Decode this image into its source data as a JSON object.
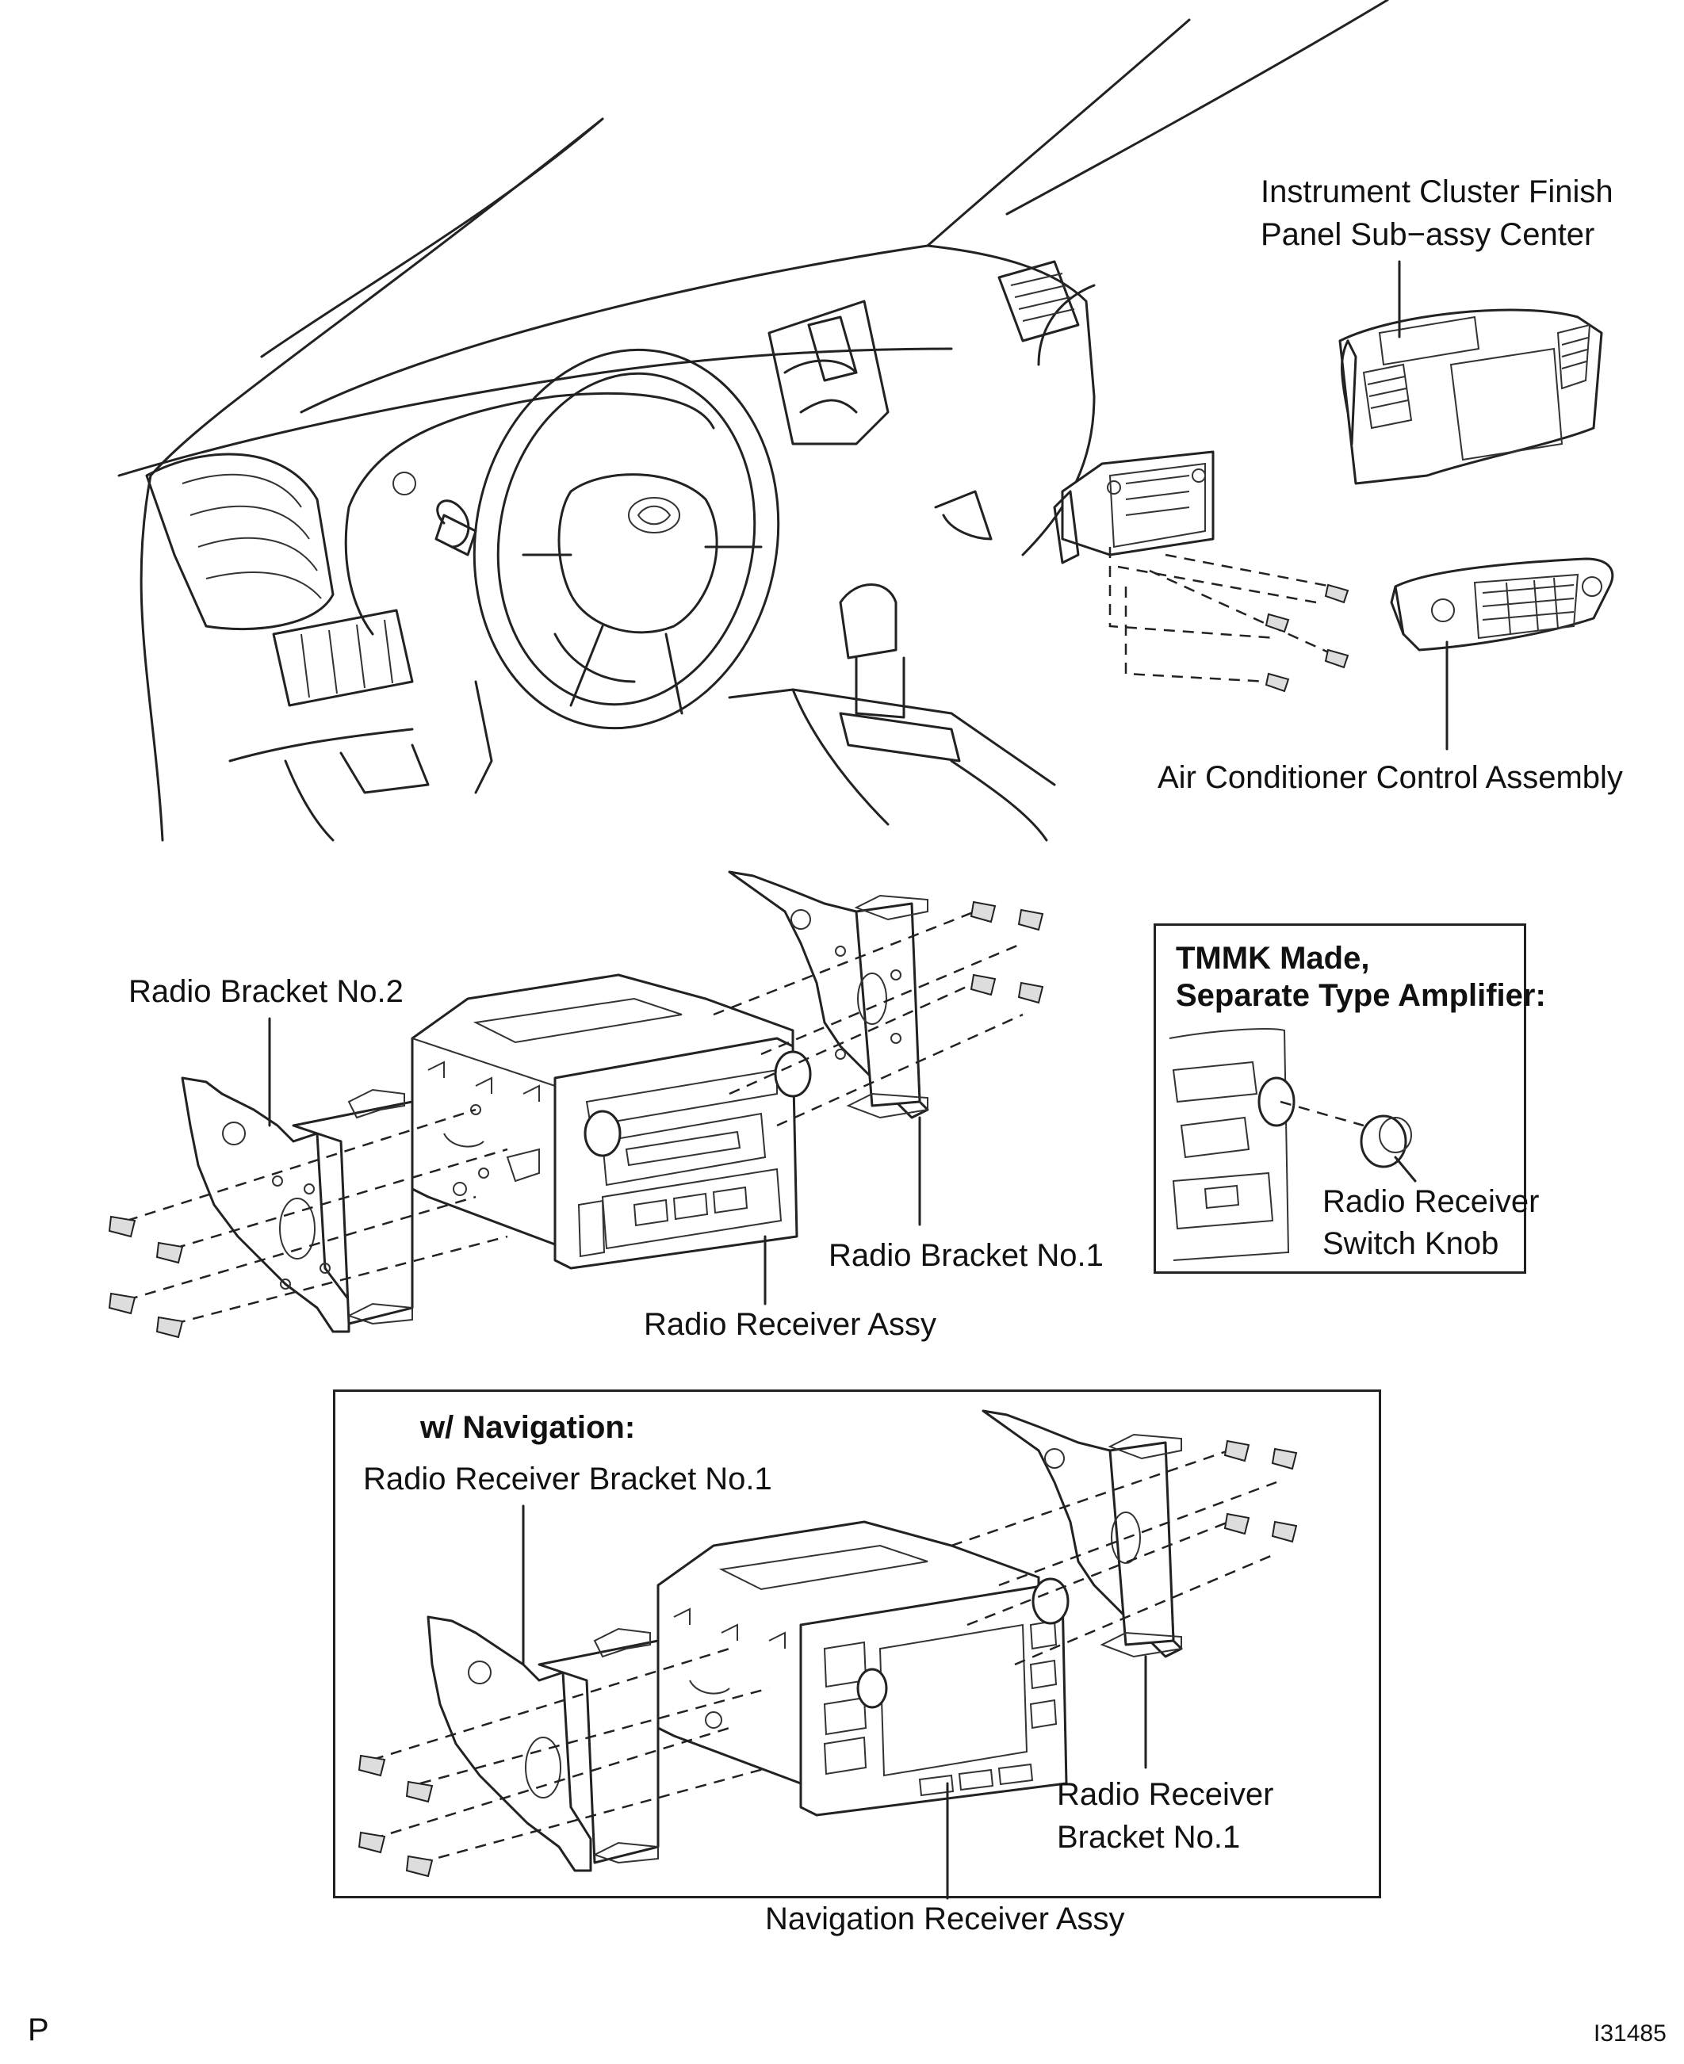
{
  "labels": {
    "instrument_cluster_line1": "Instrument Cluster Finish",
    "instrument_cluster_line2": "Panel Sub−assy Center",
    "air_conditioner": "Air Conditioner Control Assembly",
    "radio_bracket_no2": "Radio Bracket No.2",
    "radio_bracket_no1": "Radio Bracket No.1",
    "radio_receiver_assy": "Radio Receiver Assy",
    "tmmk_line1": "TMMK Made,",
    "tmmk_line2": "Separate Type Amplifier:",
    "switch_knob_line1": "Radio Receiver",
    "switch_knob_line2": "Switch Knob",
    "navigation_heading": "w/ Navigation:",
    "radio_receiver_bracket_left": "Radio Receiver Bracket No.1",
    "radio_receiver_bracket_right_line1": "Radio Receiver",
    "radio_receiver_bracket_right_line2": "Bracket No.1",
    "navigation_receiver_assy": "Navigation Receiver Assy"
  },
  "footer": {
    "left_code": "P",
    "figure_id": "I31485"
  }
}
